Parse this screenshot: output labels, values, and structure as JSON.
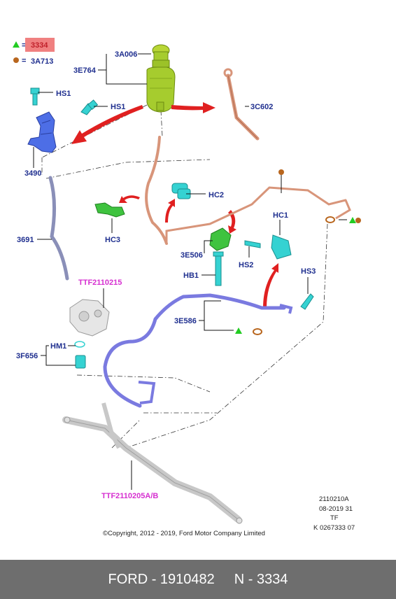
{
  "legend": {
    "green_triangle_label": "3334",
    "brown_dot_label": "3A713",
    "equals": "="
  },
  "labels": {
    "3A006": "3A006",
    "3E764": "3E764",
    "HS1_a": "HS1",
    "HS1_b": "HS1",
    "3C602": "3C602",
    "3490": "3490",
    "HC2": "HC2",
    "HC1": "HC1",
    "HC3": "HC3",
    "3691": "3691",
    "3E506": "3E506",
    "HS2": "HS2",
    "HB1": "HB1",
    "HS3": "HS3",
    "TTF2110215": "TTF2110215",
    "3E586": "3E586",
    "HM1": "HM1",
    "3F656": "3F656",
    "TTF2110205AB": "TTF2110205A/B"
  },
  "info": {
    "line1": "2110210A",
    "line2": "08-2019 31",
    "line3": "TF",
    "line4": "K 0267333 07"
  },
  "copyright": "©Copyright, 2012 - 2019, Ford Motor Company Limited",
  "footer": {
    "left": "FORD - 1910482",
    "right": "N - 3334"
  },
  "colors": {
    "footer_bg": "#6e6e6e",
    "label_blue": "#1f2f8f",
    "label_magenta": "#d62fd0",
    "legend_highlight": "#f08080",
    "legend_text_red": "#c0202a",
    "triangle_green": "#22cc22",
    "dot_brown": "#b8661e",
    "arrow_red": "#e02020",
    "reservoir_green": "#a6cc2e",
    "clip_green": "#3fc33f",
    "cyan_part": "#35d2d2",
    "blue_bracket": "#4d6ee6",
    "hose_copper": "#d8957a",
    "hose_grey": "#8a8fb8",
    "hose_blue": "#7a7ae0"
  }
}
